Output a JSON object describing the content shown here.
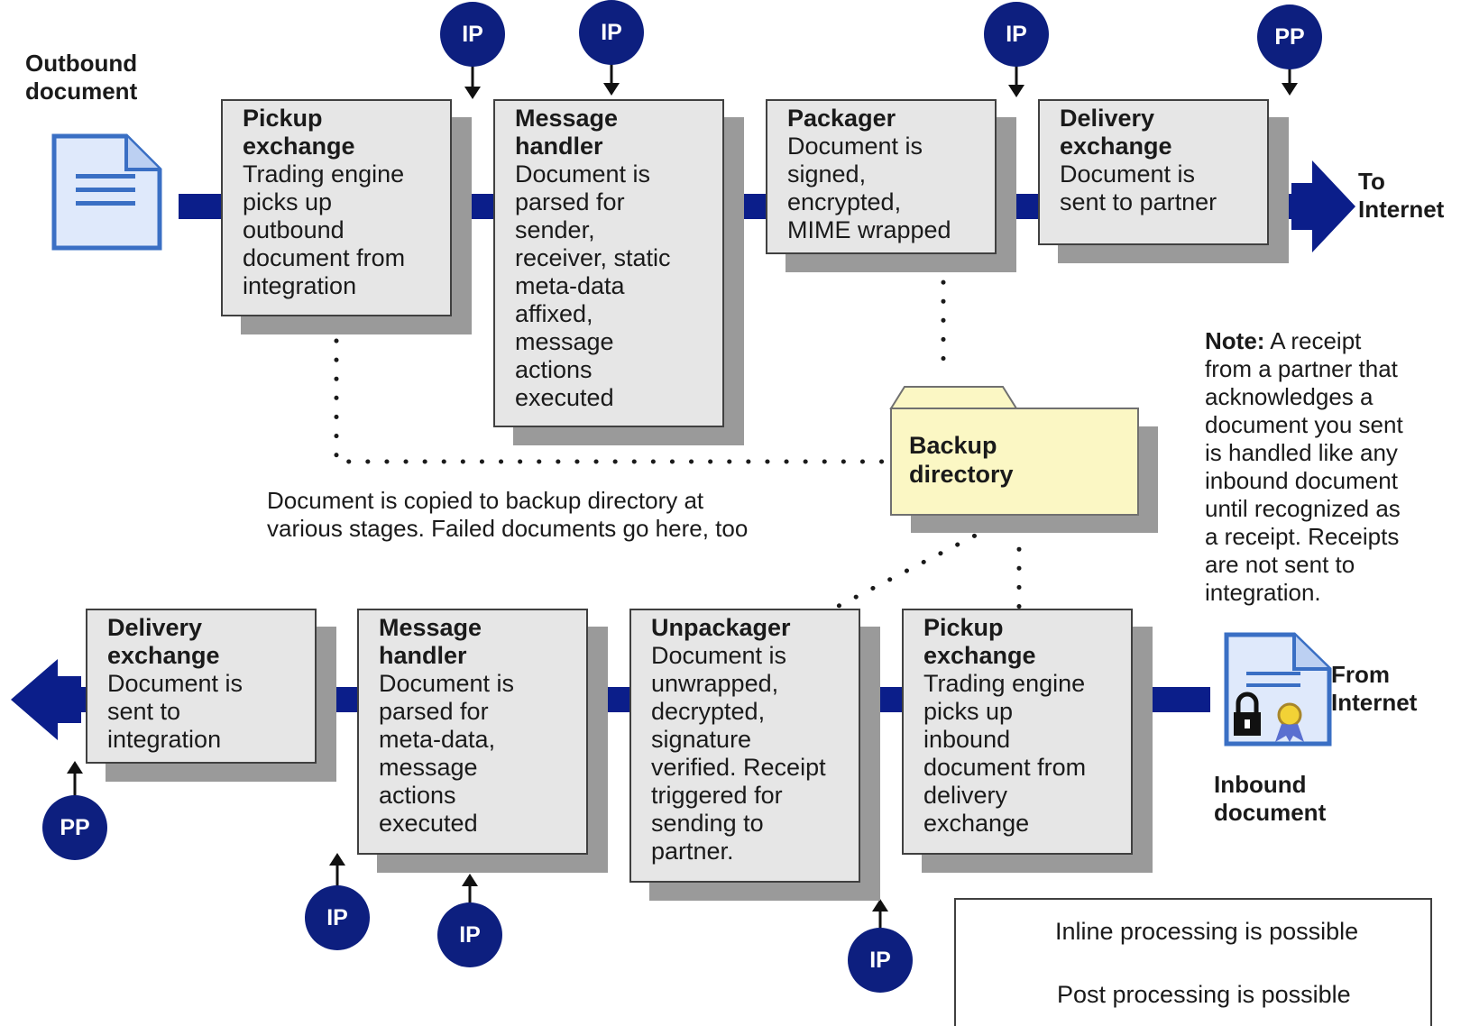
{
  "outbound": {
    "label_line1": "Outbound",
    "label_line2": "document",
    "to_internet_line1": "To",
    "to_internet_line2": "Internet",
    "stages": [
      {
        "title_line1": "Pickup",
        "title_line2": "exchange",
        "desc": [
          "Trading engine",
          "picks up",
          "outbound",
          "document from",
          "integration"
        ]
      },
      {
        "title_line1": "Message",
        "title_line2": "handler",
        "desc": [
          "Document is",
          "parsed for",
          "sender,",
          "receiver, static",
          "meta-data",
          "affixed,",
          "message",
          "actions",
          "executed"
        ]
      },
      {
        "title_line1": "Packager",
        "title_line2": "",
        "desc": [
          "Document is",
          "signed,",
          "encrypted,",
          "MIME wrapped"
        ]
      },
      {
        "title_line1": "Delivery",
        "title_line2": "exchange",
        "desc": [
          "Document is",
          "sent to partner"
        ]
      }
    ]
  },
  "inbound": {
    "label_line1": "Inbound",
    "label_line2": "document",
    "from_internet_line1": "From",
    "from_internet_line2": "Internet",
    "stages": [
      {
        "title_line1": "Delivery",
        "title_line2": "exchange",
        "desc": [
          "Document is",
          "sent to",
          "integration"
        ]
      },
      {
        "title_line1": "Message",
        "title_line2": "handler",
        "desc": [
          "Document is",
          "parsed for",
          "meta-data,",
          "message",
          "actions",
          "executed"
        ]
      },
      {
        "title_line1": "Unpackager",
        "title_line2": "",
        "desc": [
          "Document is",
          "unwrapped,",
          "decrypted,",
          "signature",
          "verified. Receipt",
          "triggered for",
          "sending to",
          "partner."
        ]
      },
      {
        "title_line1": "Pickup",
        "title_line2": "exchange",
        "desc": [
          "Trading engine",
          "picks up",
          "inbound",
          "document from",
          "delivery",
          "exchange"
        ]
      }
    ]
  },
  "backup": {
    "title_line1": "Backup",
    "title_line2": "directory",
    "caption_line1": "Document is copied to backup directory at",
    "caption_line2": "various stages. Failed documents go here, too"
  },
  "note": {
    "bold": "Note:",
    "lines": [
      " A receipt",
      "from a partner that",
      "acknowledges a",
      "document you sent",
      "is handled like any",
      "inbound document",
      "until recognized as",
      "a receipt. Receipts",
      "are not sent to",
      "integration."
    ]
  },
  "markers": {
    "ip": "IP",
    "pp": "PP"
  },
  "legend": {
    "ip_text": "Inline processing is possible",
    "pp_text": "Post processing is possible"
  },
  "colors": {
    "flow_blue": "#0b1e8a",
    "marker_fill": "#0d1f7f",
    "box_fill": "#e6e6e6",
    "shadow": "#9a9a9a",
    "folder_fill": "#fbf7c4",
    "document_blue": "#3a6fc4"
  }
}
